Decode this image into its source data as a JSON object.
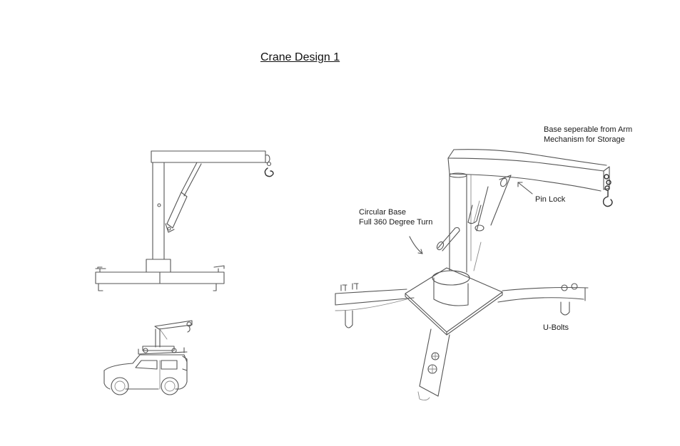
{
  "title": "Crane Design 1",
  "labels": {
    "storage_line1": "Base seperable from Arm",
    "storage_line2": "Mechanism for Storage",
    "pin_lock": "Pin Lock",
    "base_line1": "Circular Base",
    "base_line2": "Full 360 Degree Turn",
    "u_bolts": "U-Bolts"
  },
  "drawings": [
    {
      "id": "side-view-crane",
      "description": "Side elevation of crane with hydraulic ram, boom, hook and base with clamps"
    },
    {
      "id": "vehicle-mounted-crane",
      "description": "Crane mounted on roof rack of SUV"
    },
    {
      "id": "perspective-crane",
      "description": "3D perspective of crane with cross base, circular turntable, pin lock and U-bolts"
    }
  ],
  "colors": {
    "line": "#555555",
    "text": "#1a1a1a",
    "background": "#ffffff"
  }
}
